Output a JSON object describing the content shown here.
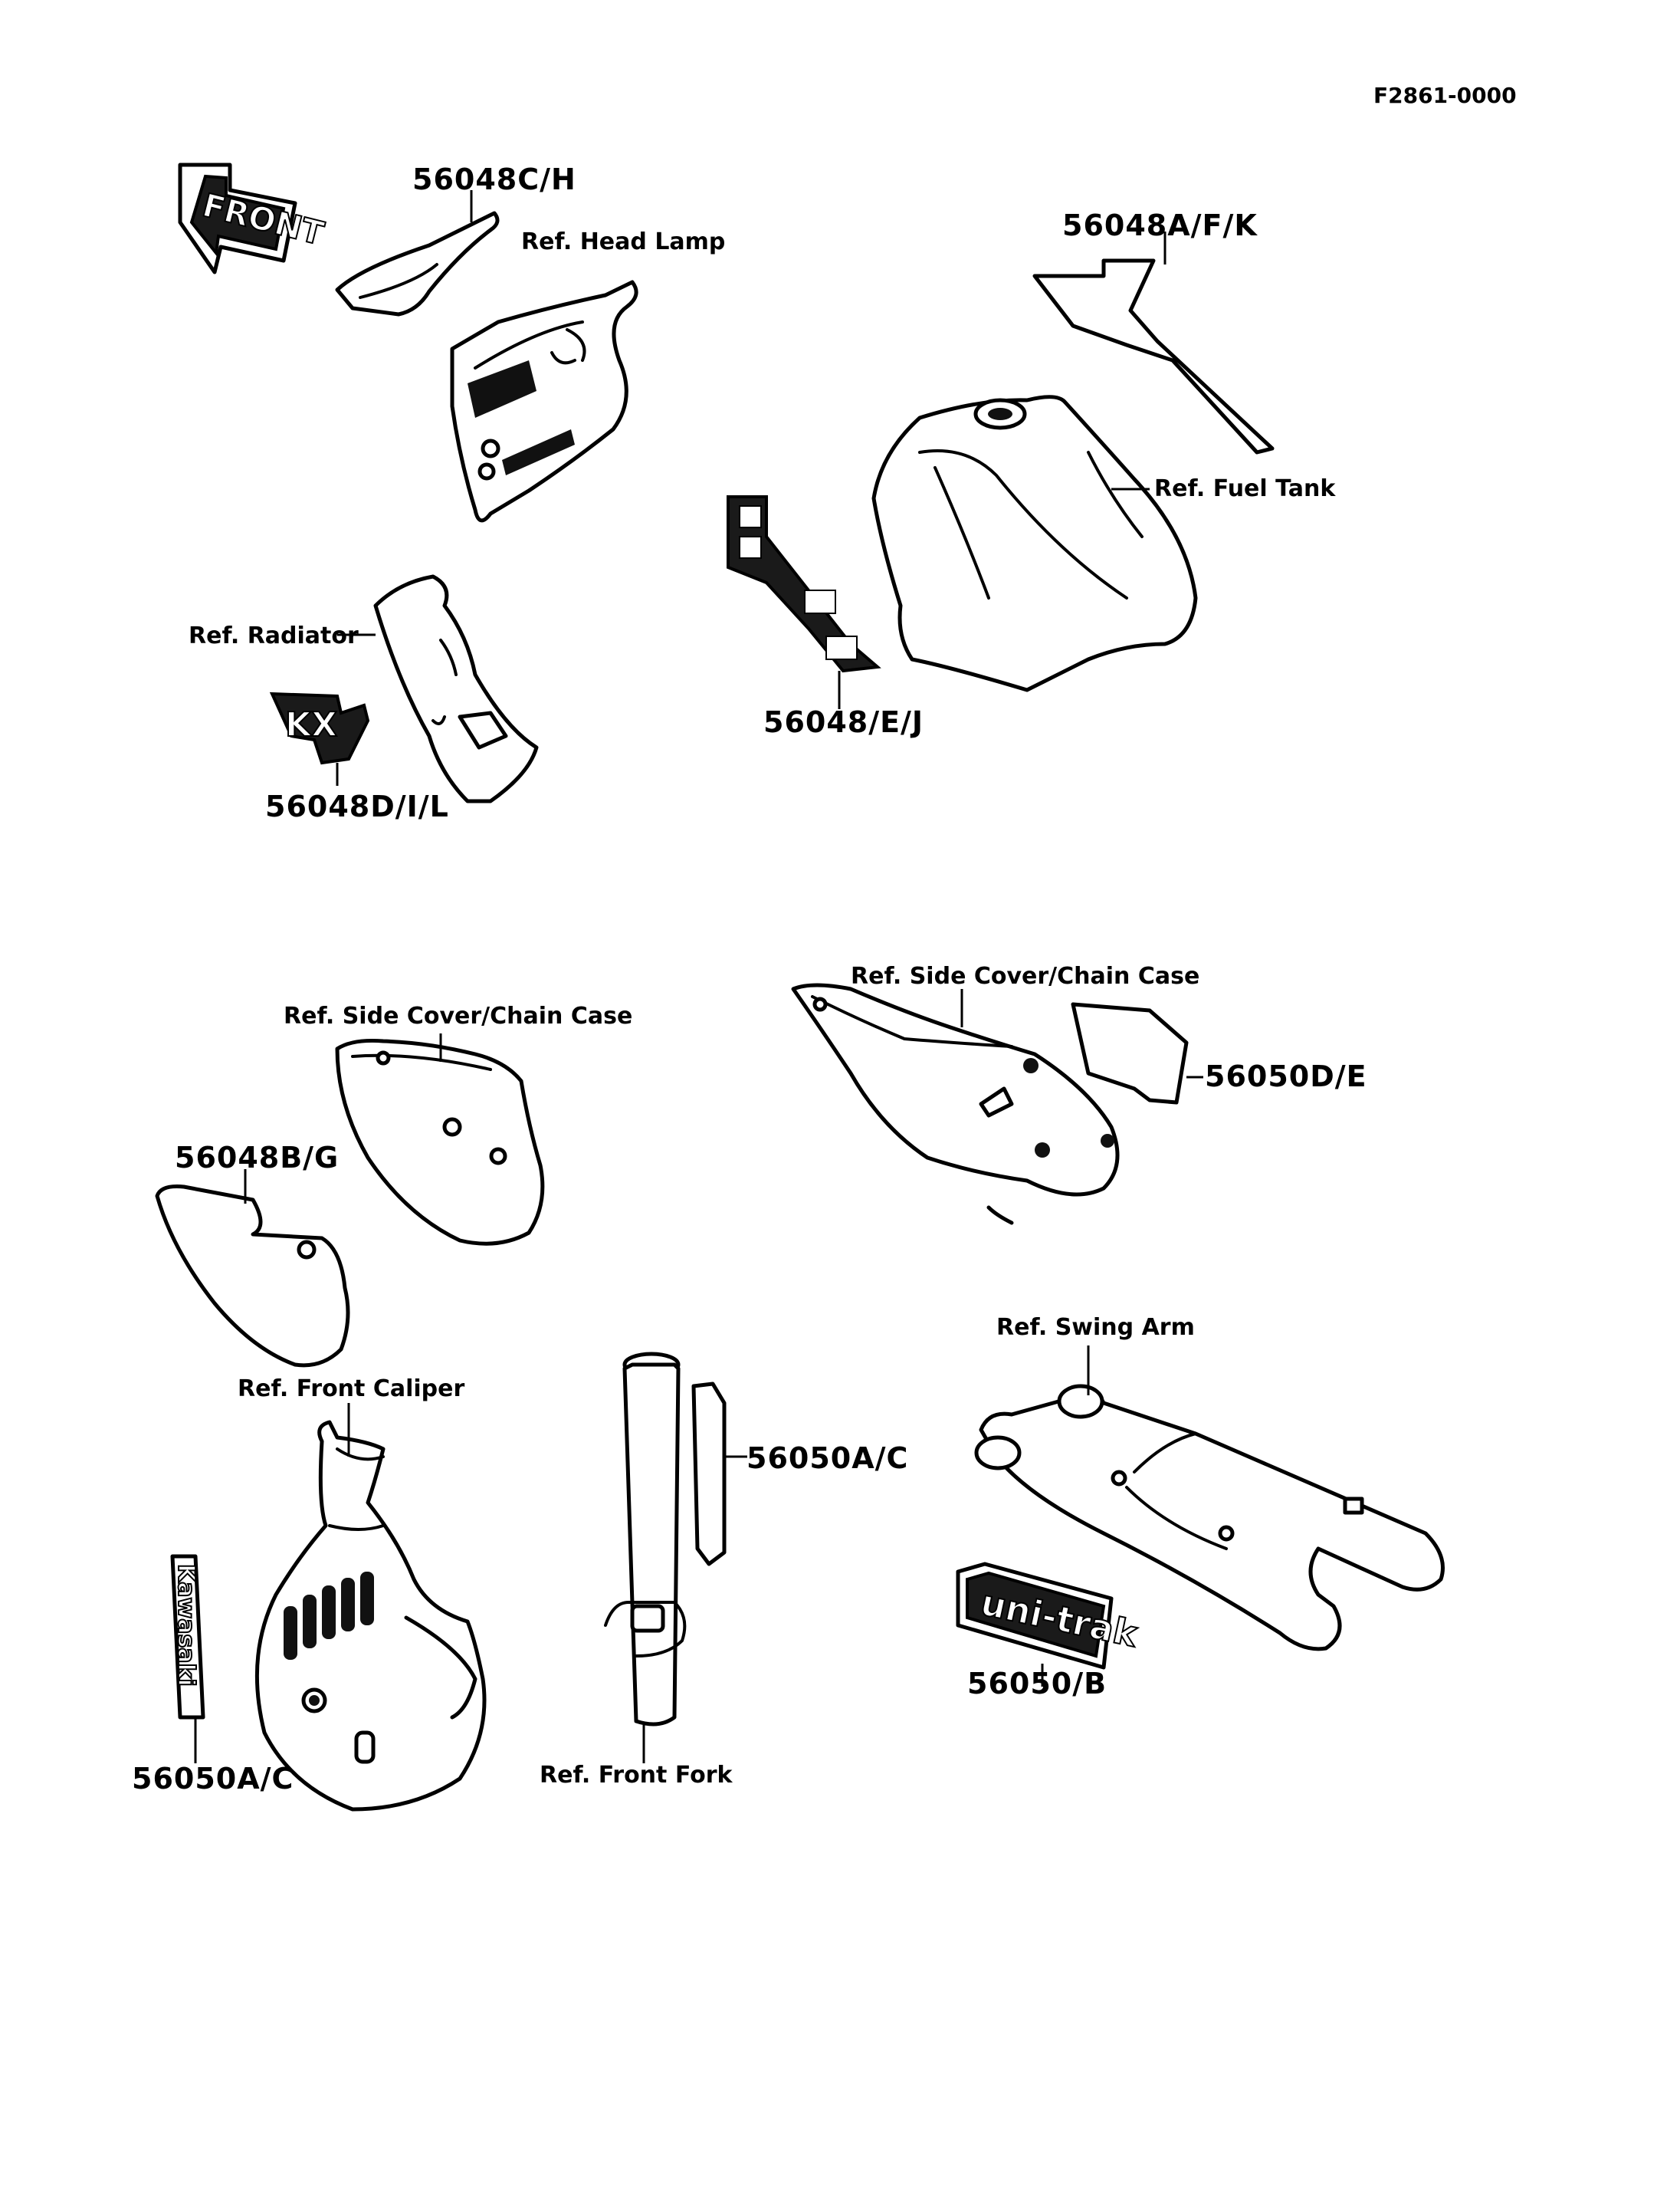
{
  "drawing_code": "F2861-0000",
  "decals": {
    "front_arrow": "FRONT",
    "kawasaki": "Kawasaki",
    "kx": "KX",
    "unitrak": "uni-trak"
  },
  "labels": {
    "headlamp_decal": "56048C/H",
    "ref_head_lamp": "Ref. Head Lamp",
    "tank_stripe": "56048A/F/K",
    "ref_fuel_tank": "Ref. Fuel Tank",
    "ref_radiator": "Ref. Radiator",
    "radiator_decal": "56048D/I/L",
    "tank_decal": "56048/E/J",
    "ref_side_cover_left": "Ref. Side Cover/Chain Case",
    "ref_side_cover_right": "Ref. Side Cover/Chain Case",
    "chain_case_decal": "56050D/E",
    "side_cover_decal": "56048B/G",
    "ref_swing_arm": "Ref. Swing Arm",
    "ref_front_caliper": "Ref. Front Caliper",
    "fork_decal": "56050A/C",
    "caliper_decal": "56050A/C",
    "ref_front_fork": "Ref. Front Fork",
    "swing_arm_decal": "56050/B"
  }
}
